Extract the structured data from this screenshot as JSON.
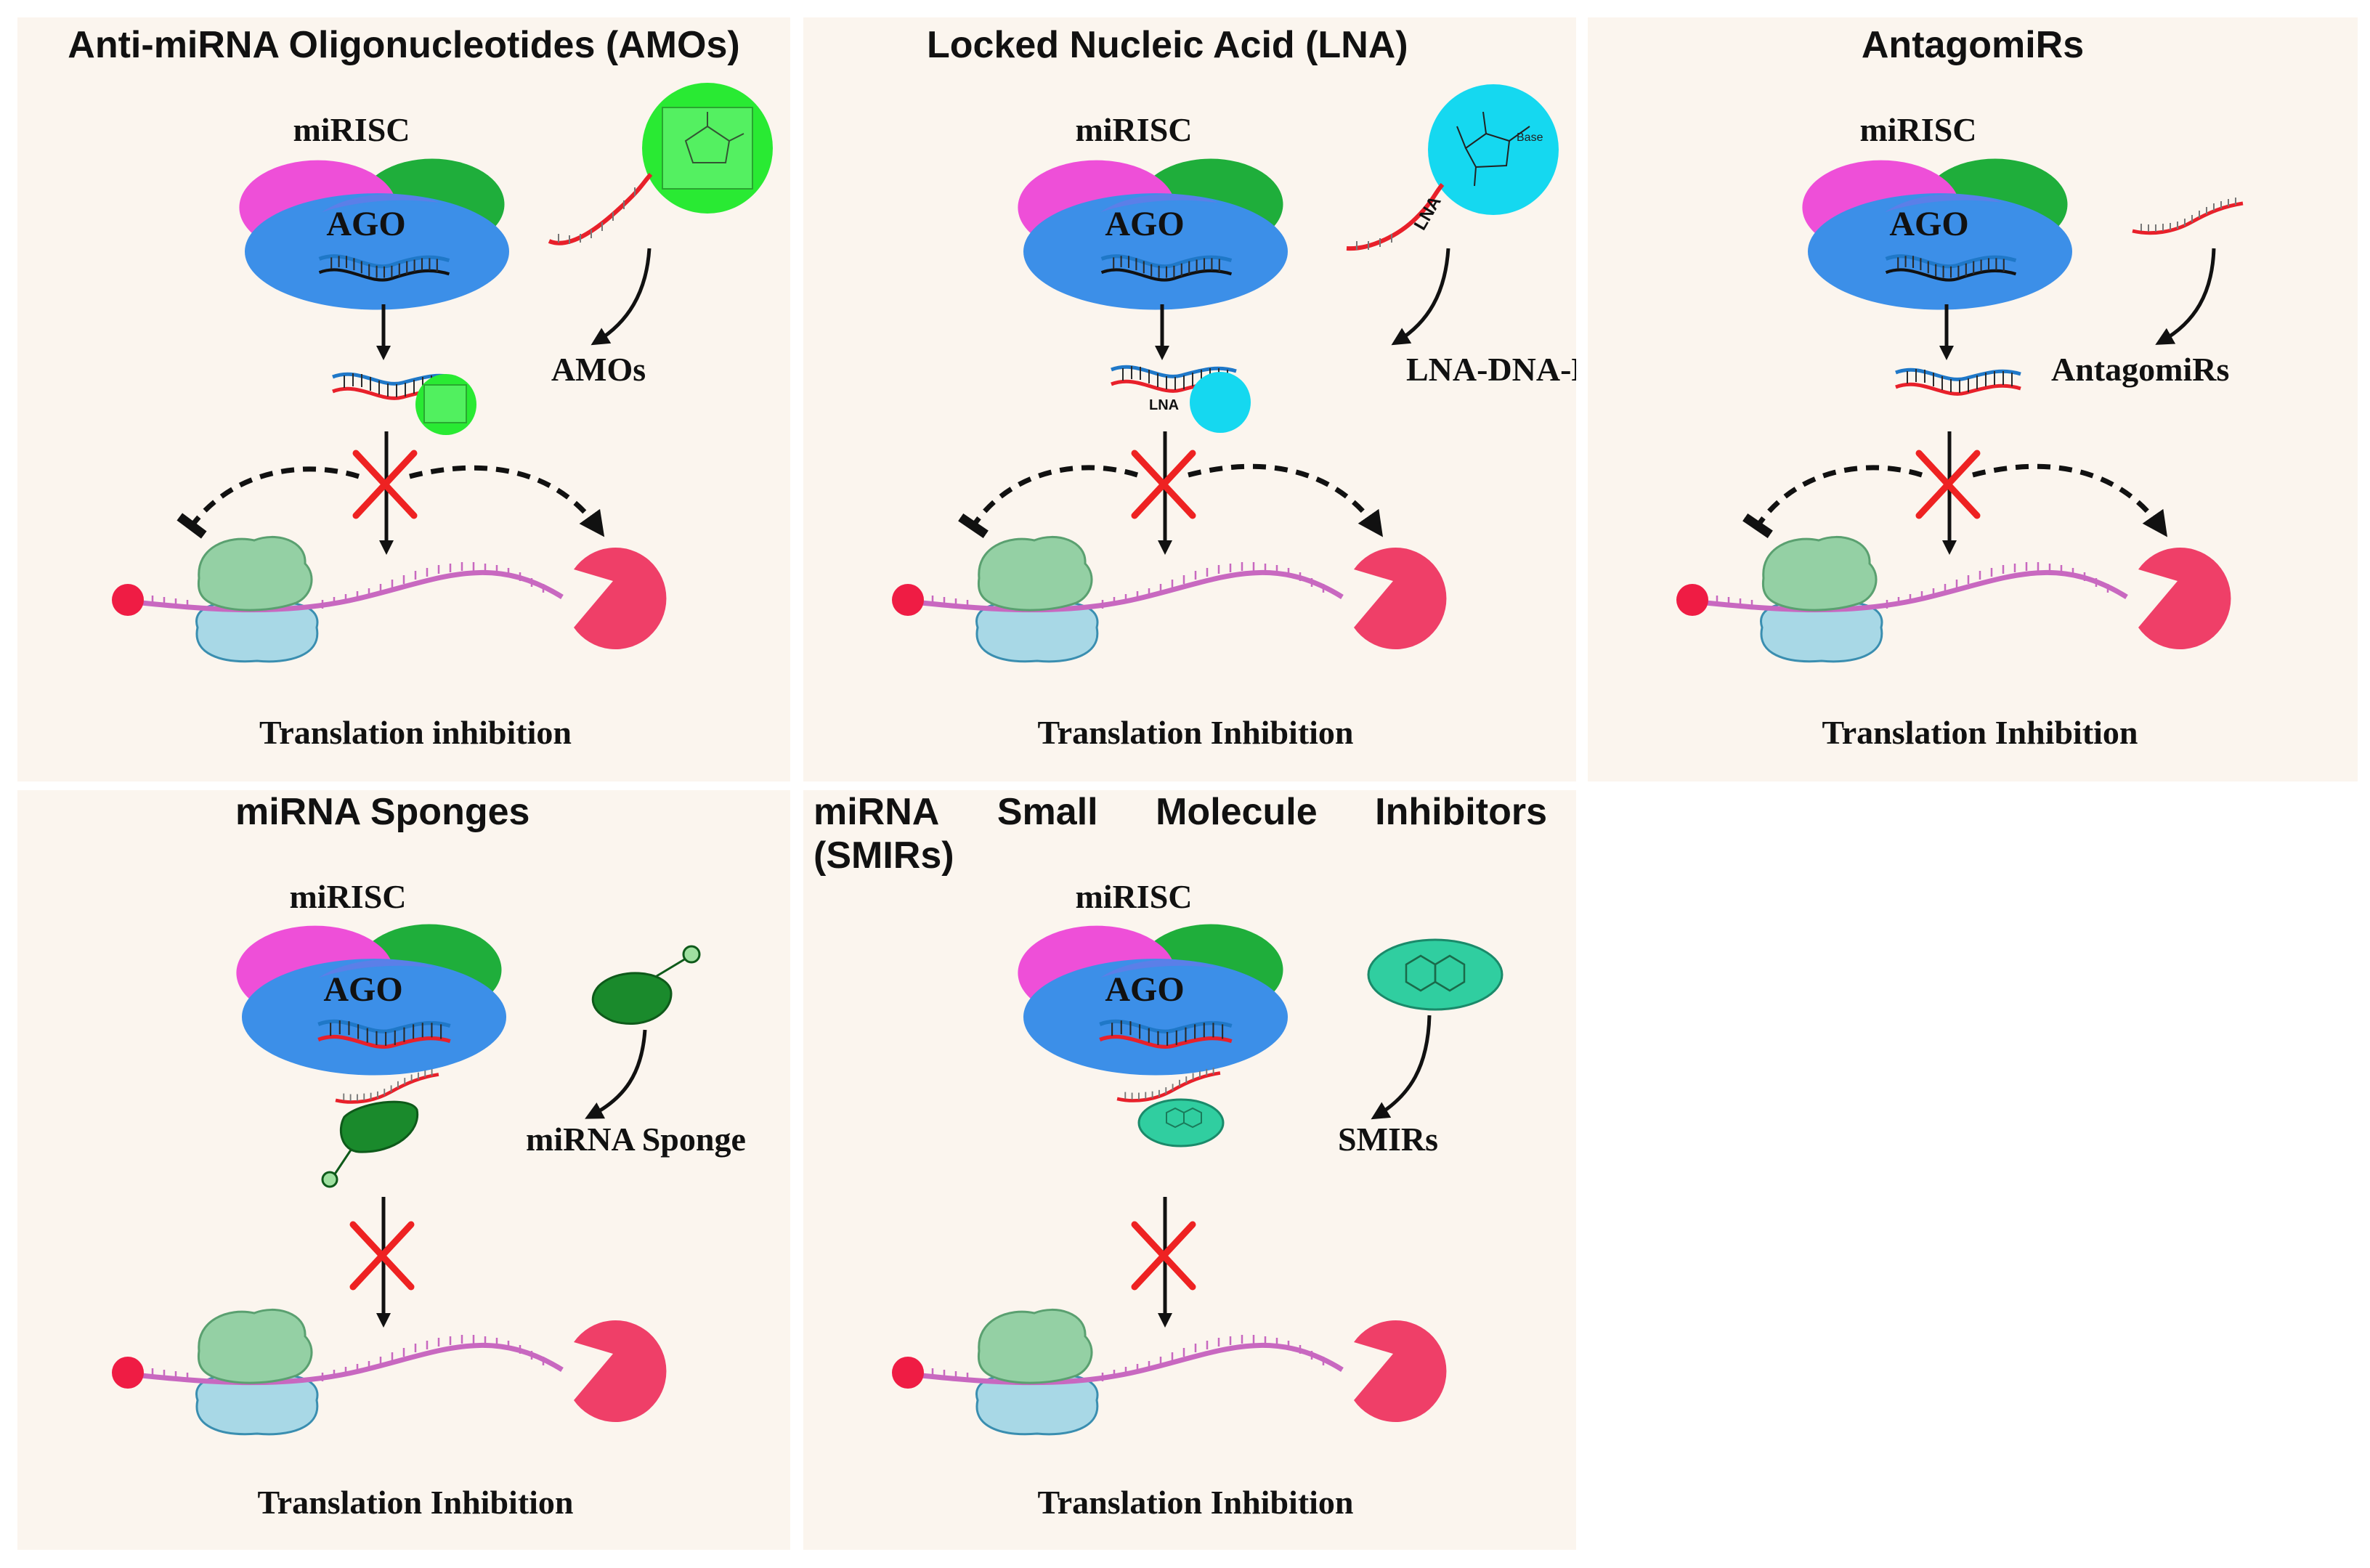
{
  "panels": [
    {
      "title": "Anti-miRNA Oligonucleotides (AMOs)",
      "complex_label": "miRISC",
      "ago_label": "AGO",
      "inhibitor_label": "AMOs",
      "bottom_label": "Translation inhibition"
    },
    {
      "title": "Locked Nucleic Acid (LNA)",
      "complex_label": "miRISC",
      "ago_label": "AGO",
      "inhibitor_label": "LNA-DNA-Hybrid",
      "strand_tag": "LNA",
      "base_tag": "Base",
      "bottom_label": "Translation Inhibition"
    },
    {
      "title": "AntagomiRs",
      "complex_label": "miRISC",
      "ago_label": "AGO",
      "inhibitor_label": "AntagomiRs",
      "bottom_label": "Translation Inhibition"
    },
    {
      "title": "miRNA Sponges",
      "complex_label": "miRISC",
      "ago_label": "AGO",
      "inhibitor_label": "miRNA Sponge",
      "bottom_label": "Translation Inhibition"
    },
    {
      "title_words": [
        "miRNA",
        "Small",
        "Molecule",
        "Inhibitors"
      ],
      "title_line2": "(SMIRs)",
      "complex_label": "miRISC",
      "ago_label": "AGO",
      "inhibitor_label": "SMIRs",
      "bottom_label": "Translation Inhibition"
    }
  ],
  "colors": {
    "panel_bg": "#fbf5ee",
    "magenta": "#ee4fd8",
    "green": "#1fae3b",
    "ago_blue": "#3c8fe8",
    "ribosome_large": "#94d0a4",
    "ribosome_small": "#a8d8e6",
    "cap": "#ef1c44",
    "pacman": "#ef3f68",
    "mrna": "#c868c0",
    "cross": "#ee2222",
    "amo_circle": "#29ea33",
    "lna_circle": "#15d8f0",
    "sponge": "#1a8a2c",
    "smir": "#30ceA0"
  },
  "icons": [
    "risc-complex-icon",
    "ago-protein-icon",
    "mirna-duplex-icon",
    "ribosome-icon",
    "cap-icon",
    "pacman-decay-icon",
    "cross-icon",
    "inhibitor-molecule-icon"
  ]
}
